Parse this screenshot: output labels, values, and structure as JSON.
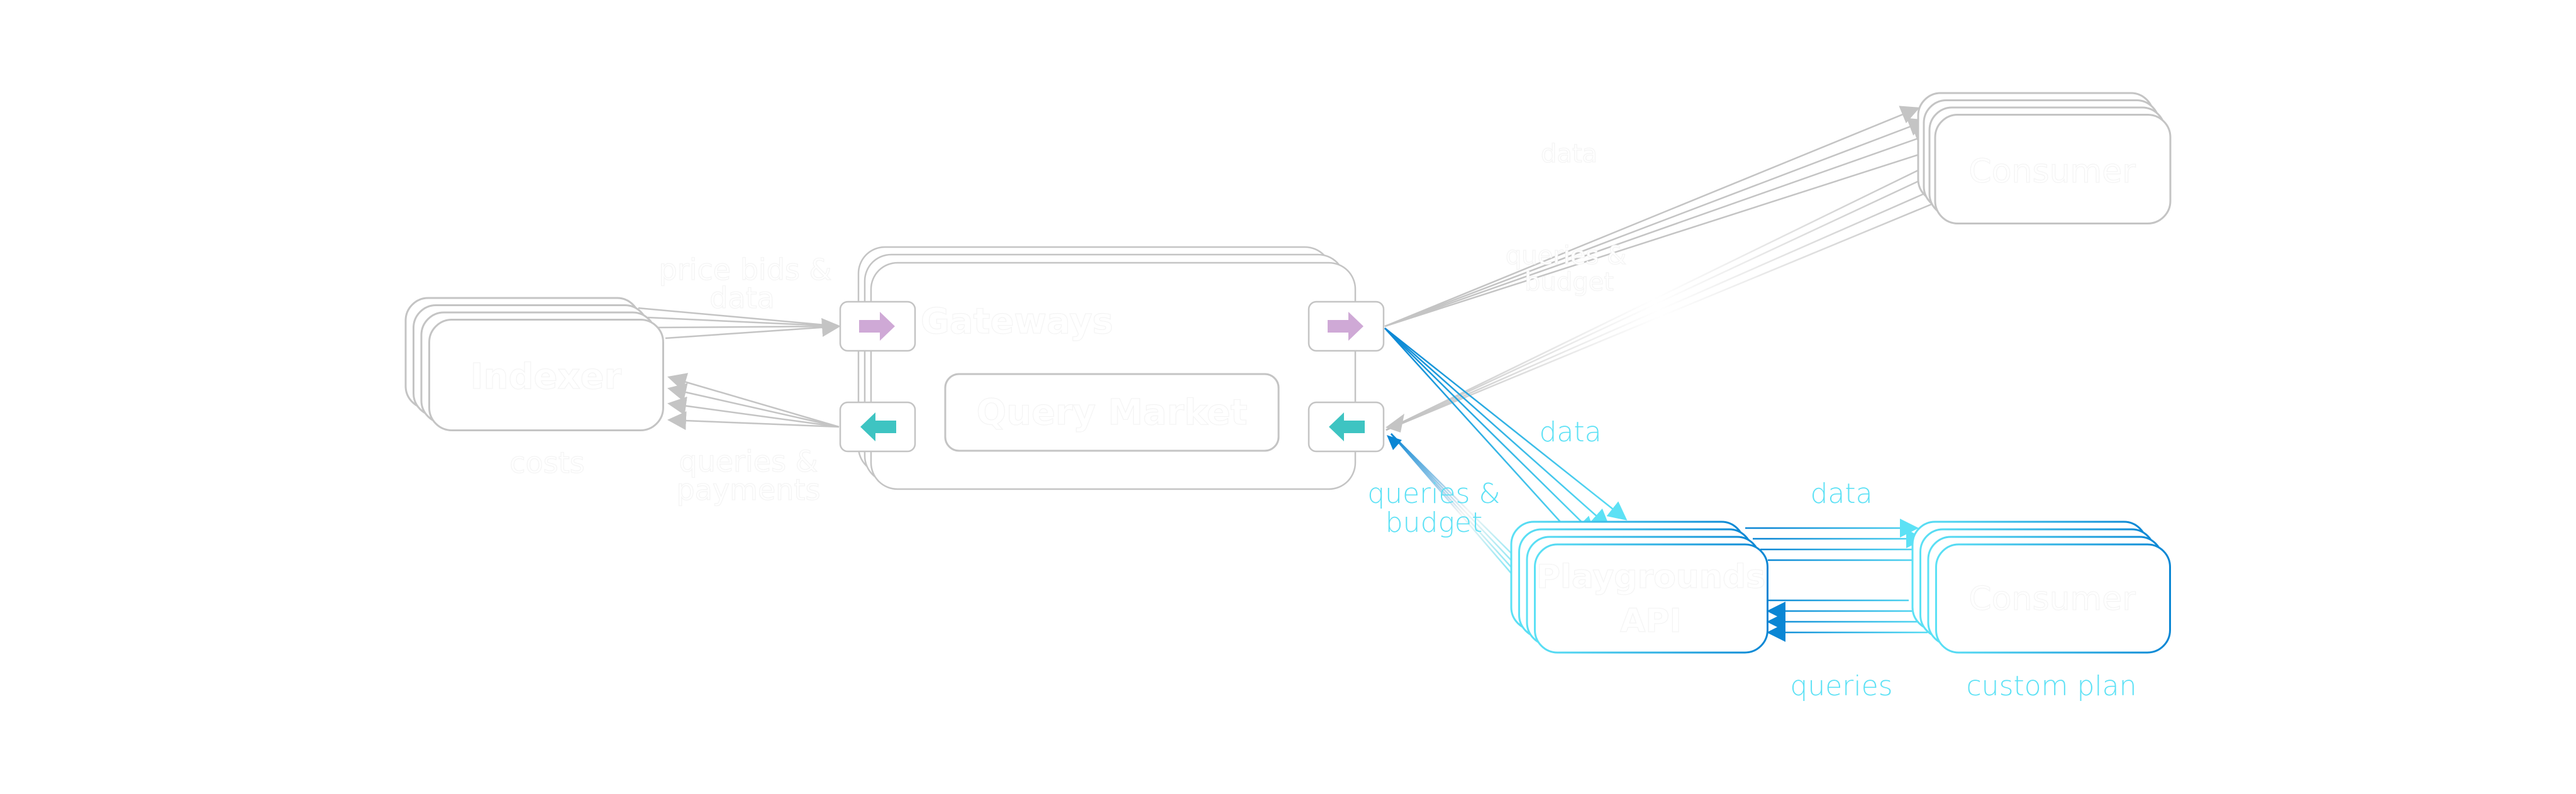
{
  "diagram": {
    "title": "",
    "colors": {
      "gray_stroke": "#c4c4c4",
      "cyan_light": "#5ce1f5",
      "cyan_dark": "#0a86d4",
      "inbound_arrow": "#cfa9d6",
      "outbound_arrow": "#3ec4c2",
      "background": "#ffffff"
    },
    "nodes": {
      "indexer": {
        "label": "Indexer",
        "stack_count": 4,
        "style": "gray"
      },
      "gateways": {
        "label": "Gateways",
        "stack_count": 3,
        "style": "gray"
      },
      "query_market": {
        "label": "Query Market",
        "style": "gray"
      },
      "consumer_top": {
        "label": "Consumer",
        "stack_count": 4,
        "style": "gray"
      },
      "playgrounds_api": {
        "label": "Playgrounds API",
        "line1": "Playgrounds",
        "line2": "API",
        "stack_count": 4,
        "style": "cyan"
      },
      "consumer_bottom": {
        "label": "Consumer",
        "stack_count": 4,
        "style": "cyan"
      }
    },
    "ports": {
      "gateways_left_in": {
        "icon": "arrow-right-icon",
        "color": "#cfa9d6"
      },
      "gateways_left_out": {
        "icon": "arrow-left-icon",
        "color": "#3ec4c2"
      },
      "gateways_right_in": {
        "icon": "arrow-right-icon",
        "color": "#cfa9d6"
      },
      "gateways_right_out": {
        "icon": "arrow-left-icon",
        "color": "#3ec4c2"
      }
    },
    "edge_labels": {
      "indexer_to_gateways_line1": "price bids &",
      "indexer_to_gateways_line2": "data",
      "indexer_costs": "costs",
      "gateways_to_indexer_line1": "queries &",
      "gateways_to_indexer_line2": "payments",
      "gateways_to_consumer_data": "data",
      "consumer_to_gateways_line1": "queries &",
      "consumer_to_gateways_line2": "budget",
      "gateways_to_playgrounds_data": "data",
      "playgrounds_to_gateways_line1": "queries &",
      "playgrounds_to_gateways_line2": "budget",
      "playgrounds_to_consumer_data": "data",
      "consumer_to_playgrounds_queries": "queries",
      "consumer_custom_plan": "custom plan"
    },
    "edges": [
      {
        "from": "indexer",
        "to": "gateways_left_in",
        "count": 4,
        "style": "gray"
      },
      {
        "from": "gateways_left_out",
        "to": "indexer",
        "count": 4,
        "style": "gray"
      },
      {
        "from": "gateways_right_in",
        "to": "consumer_top",
        "count": 4,
        "style": "gray"
      },
      {
        "from": "consumer_top",
        "to": "gateways_right_out",
        "count": 4,
        "style": "gray-fade"
      },
      {
        "from": "gateways_right_in",
        "to": "playgrounds_api",
        "count": 4,
        "style": "cyan"
      },
      {
        "from": "playgrounds_api",
        "to": "gateways_right_out",
        "count": 4,
        "style": "cyan-fade"
      },
      {
        "from": "playgrounds_api",
        "to": "consumer_bottom",
        "count": 4,
        "style": "cyan"
      },
      {
        "from": "consumer_bottom",
        "to": "playgrounds_api",
        "count": 4,
        "style": "cyan"
      }
    ]
  }
}
